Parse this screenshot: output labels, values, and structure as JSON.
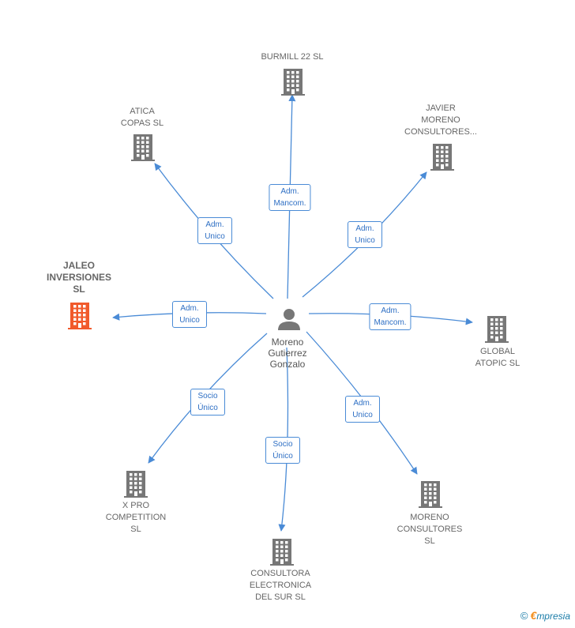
{
  "center": {
    "name": "Moreno\nGutierrez\nGonzalo",
    "icon": "person-icon"
  },
  "colors": {
    "edge": "#4a8bd6",
    "building": "#777777",
    "building_highlight": "#f15a2b",
    "person": "#777777"
  },
  "nodes": [
    {
      "id": "burmill",
      "label": "BURMILL 22 SL",
      "relation": "Adm.\nMancom.",
      "highlight": false,
      "icon": "building-icon"
    },
    {
      "id": "atica",
      "label": "ATICA\nCOPAS  SL",
      "relation": "Adm.\nUnico",
      "highlight": false,
      "icon": "building-icon"
    },
    {
      "id": "javier",
      "label": "JAVIER\nMORENO\nCONSULTORES...",
      "relation": "Adm.\nUnico",
      "highlight": false,
      "icon": "building-icon"
    },
    {
      "id": "jaleo",
      "label": "JALEO\nINVERSIONES\nSL",
      "relation": "Adm.\nUnico",
      "highlight": true,
      "icon": "building-icon"
    },
    {
      "id": "global",
      "label": "GLOBAL\nATOPIC  SL",
      "relation": "Adm.\nMancom.",
      "highlight": false,
      "icon": "building-icon"
    },
    {
      "id": "xpro",
      "label": "X PRO\nCOMPETITION\nSL",
      "relation": "Socio\nÚnico",
      "highlight": false,
      "icon": "building-icon"
    },
    {
      "id": "consultora",
      "label": "CONSULTORA\nELECTRONICA\nDEL SUR  SL",
      "relation": "Socio\nÚnico",
      "highlight": false,
      "icon": "building-icon"
    },
    {
      "id": "moreno",
      "label": "MORENO\nCONSULTORES\nSL",
      "relation": "Adm.\nUnico",
      "highlight": false,
      "icon": "building-icon"
    }
  ],
  "brand": {
    "copyright": "©",
    "e": "€",
    "rest": "mpresia"
  }
}
